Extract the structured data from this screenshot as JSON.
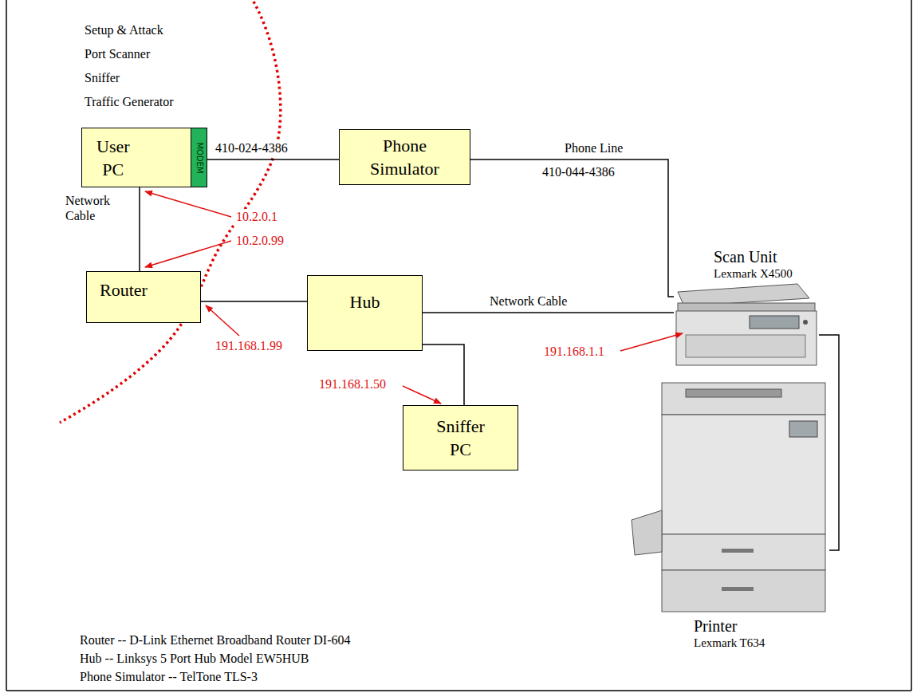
{
  "diagram": {
    "nodes": [
      {
        "text": [
          "User PC",
          "MODEM"
        ]
      },
      {
        "text": [
          "Phone Simulator"
        ]
      },
      {
        "text": [
          "Router"
        ]
      },
      {
        "text": [
          "Hub"
        ]
      },
      {
        "text": [
          "Scan Unit",
          "Lexmark X4500"
        ]
      },
      {
        "text": [
          "Sniffer PC"
        ]
      },
      {
        "text": [
          "Printer",
          "Lexmark T634"
        ]
      }
    ],
    "edges": [
      {
        "from": 0,
        "to": 1,
        "label": "410-024-4386",
        "arrow": "none"
      },
      {
        "from": 1,
        "to": 4,
        "label": "Phone Line",
        "arrow": "none"
      },
      {
        "from": 0,
        "to": 2,
        "label": "Network Cable",
        "arrow": "none"
      },
      {
        "from": 2,
        "to": 3,
        "arrow": "none"
      },
      {
        "from": 3,
        "to": 4,
        "label": "Network Cable",
        "arrow": "none"
      },
      {
        "from": 3,
        "to": 5,
        "arrow": "none"
      },
      {
        "from": 4,
        "to": 6,
        "arrow": "none"
      }
    ],
    "labels": [
      "Setup & Attack",
      "Port Scanner",
      "Sniffer",
      "Traffic Generator",
      "410-044-4386",
      "10.2.0.1",
      "10.2.0.99",
      "191.168.1.99",
      "191.168.1.50",
      "191.168.1.1",
      "Router -- D-Link Ethernet Broadband Router DI-604",
      "Hub -- Linksys 5 Port Hub Model EW5HUB",
      "Phone Simulator -- TelTone TLS-3"
    ]
  }
}
